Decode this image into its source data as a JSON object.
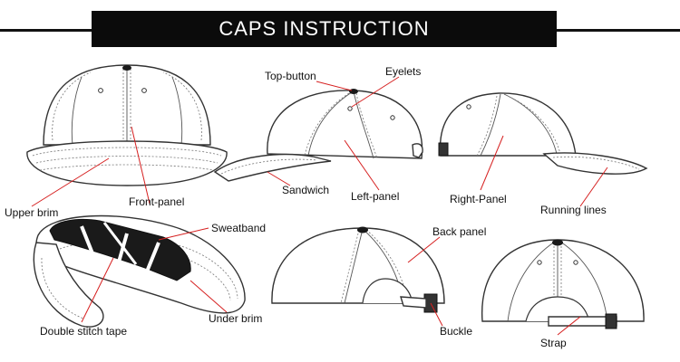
{
  "title": "CAPS  INSTRUCTION",
  "labels": {
    "top_button": "Top-button",
    "eyelets": "Eyelets",
    "front_panel": "Front-panel",
    "upper_brim": "Upper brim",
    "sandwich": "Sandwich",
    "left_panel": "Left-panel",
    "right_panel": "Right-Panel",
    "running_lines": "Running lines",
    "sweatband": "Sweatband",
    "back_panel": "Back panel",
    "double_stitch_tape": "Double stitch tape",
    "under_brim": "Under brim",
    "buckle": "Buckle",
    "strap": "Strap"
  },
  "colors": {
    "callout_line": "#d62020",
    "outline": "#333333",
    "dark_fill": "#1a1a1a"
  }
}
